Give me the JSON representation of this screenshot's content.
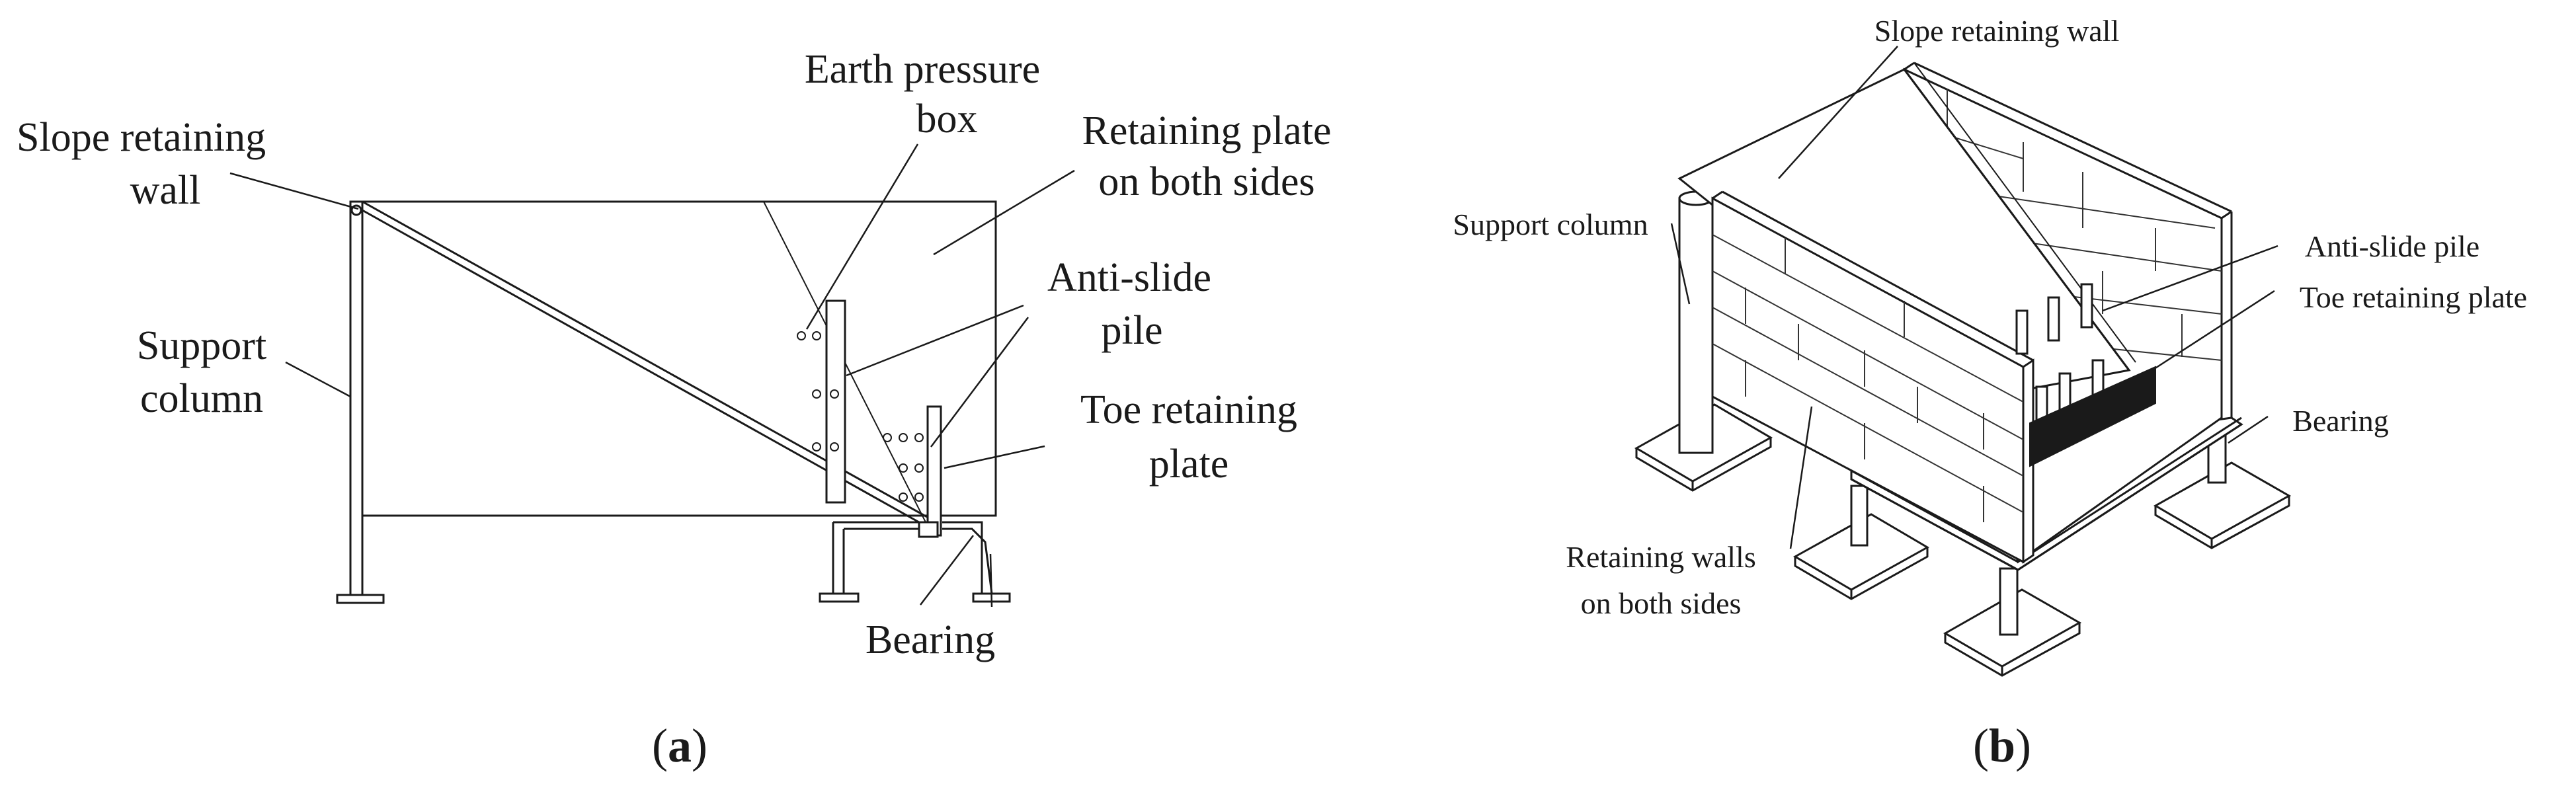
{
  "panel_a": {
    "labels": {
      "slope_wall_1": "Slope retaining",
      "slope_wall_2": "wall",
      "earth_box_1": "Earth pressure",
      "earth_box_2": "box",
      "retaining_plate_1": "Retaining plate",
      "retaining_plate_2": "on both sides",
      "anti_slide_1": "Anti-slide",
      "anti_slide_2": "pile",
      "support_1": "Support",
      "support_2": "column",
      "toe_plate_1": "Toe retaining",
      "toe_plate_2": "plate",
      "bearing": "Bearing"
    },
    "caption_open": "(",
    "caption_letter": "a",
    "caption_close": ")"
  },
  "panel_b": {
    "labels": {
      "slope_wall": "Slope retaining wall",
      "support": "Support column",
      "anti_slide": "Anti-slide pile",
      "toe_plate": "Toe retaining plate",
      "bearing": "Bearing",
      "walls_1": "Retaining walls",
      "walls_2": "on both sides"
    },
    "caption_open": "(",
    "caption_letter": "b",
    "caption_close": ")"
  }
}
